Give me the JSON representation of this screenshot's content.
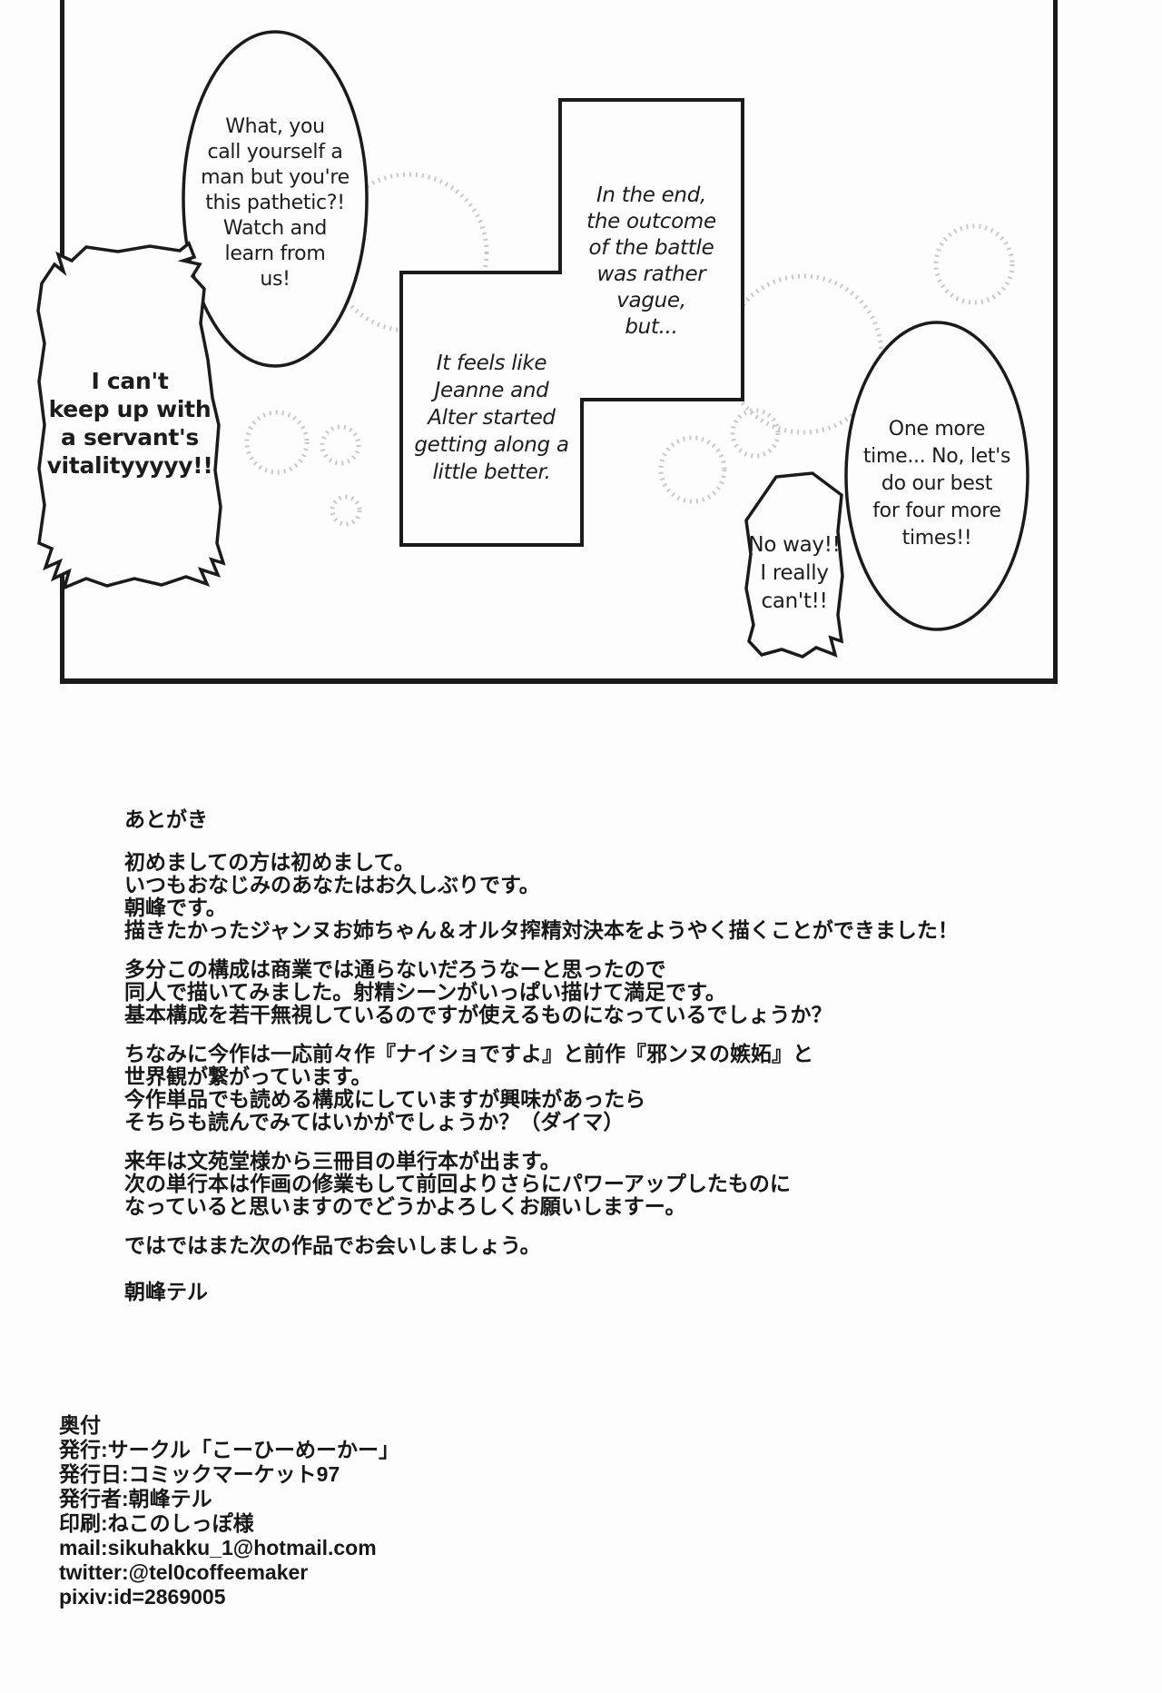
{
  "colors": {
    "ink": "#1b1b1b",
    "tone_dots": "#c8c8c8",
    "paper": "#fdfdfd"
  },
  "comic": {
    "bubble_what": {
      "lines": [
        "What, you",
        "call yourself a",
        "man but you're",
        "this pathetic?!",
        "Watch and",
        "learn from",
        "us!"
      ]
    },
    "caption_in_the_end": {
      "lines": [
        "In the end,",
        "the outcome",
        "of the battle",
        "was rather",
        "vague,",
        "but..."
      ]
    },
    "caption_it_feels": {
      "lines": [
        "It feels like",
        "Jeanne and",
        "Alter started",
        "getting along a",
        "little better."
      ]
    },
    "bubble_cant_keep_up": {
      "lines": [
        "I can't",
        "keep up with",
        "a servant's",
        "vitalityyyyy!!"
      ]
    },
    "bubble_one_more": {
      "lines": [
        "One more",
        "time... No, let's",
        "do our best",
        "for four more",
        "times!!"
      ]
    },
    "bubble_no_way": {
      "lines": [
        "No way!!",
        "I really",
        "can't!!"
      ]
    }
  },
  "afterword": {
    "title": "あとがき",
    "paragraphs": [
      {
        "lines": [
          "初めましての方は初めまして。",
          "いつもおなじみのあなたはお久しぶりです。",
          "朝峰です。",
          "描きたかったジャンヌお姉ちゃん＆オルタ搾精対決本をようやく描くことができました！"
        ]
      },
      {
        "lines": [
          "多分この構成は商業では通らないだろうなーと思ったので",
          "同人で描いてみました。射精シーンがいっぱい描けて満足です。",
          "基本構成を若干無視しているのですが使えるものになっているでしょうか？"
        ]
      },
      {
        "lines": [
          "ちなみに今作は一応前々作『ナイショですよ』と前作『邪ンヌの嫉妬』と",
          "世界観が繋がっています。",
          "今作単品でも読める構成にしていますが興味があったら",
          "そちらも読んでみてはいかがでしょうか？（ダイマ）"
        ]
      },
      {
        "lines": [
          "来年は文苑堂様から三冊目の単行本が出ます。",
          "次の単行本は作画の修業もして前回よりさらにパワーアップしたものに",
          "なっていると思いますのでどうかよろしくお願いしますー。"
        ]
      },
      {
        "lines": [
          "ではではまた次の作品でお会いしましょう。"
        ]
      }
    ],
    "signature": "朝峰テル"
  },
  "colophon": {
    "lines": [
      "奥付",
      "発行:サークル「こーひーめーかー」",
      "発行日:コミックマーケット97",
      "発行者:朝峰テル",
      "印刷:ねこのしっぽ様",
      "mail:sikuhakku_1@hotmail.com",
      "twitter:@tel0coffeemaker",
      "pixiv:id=2869005"
    ]
  }
}
